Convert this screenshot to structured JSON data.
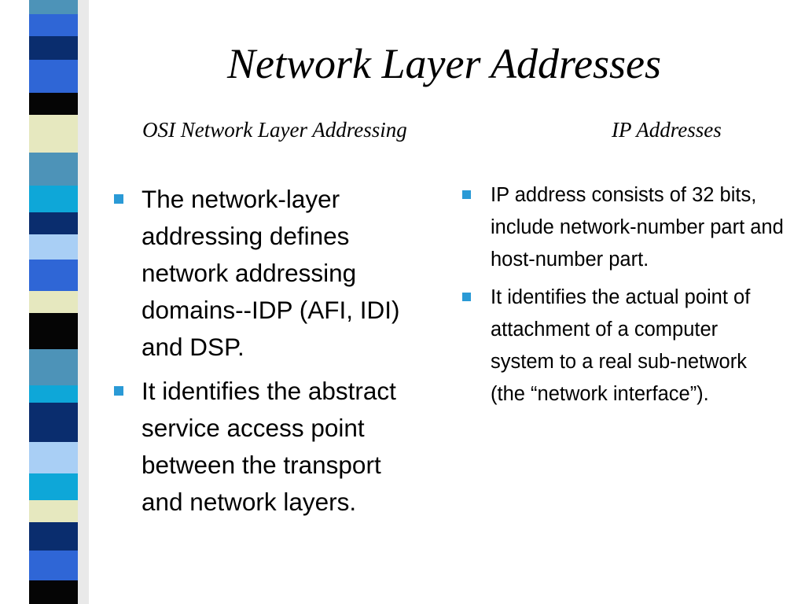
{
  "slide": {
    "title": "Network Layer Addresses",
    "left_heading": "OSI Network Layer Addressing",
    "right_heading": "IP Addresses",
    "left_bullets": [
      "The network-layer addressing defines network addressing domains--IDP (AFI, IDI) and DSP.",
      "It identifies the abstract service access point between the transport and network layers."
    ],
    "right_bullets": [
      "IP address consists of 32 bits, include network-number part and host-number part.",
      "It identifies the actual point of attachment of a computer system to a real sub-network (the “network interface”)."
    ]
  },
  "colors": {
    "bullet": "#2a9ad6",
    "stripe_dark_navy": "#0a2d6e",
    "stripe_royal_blue": "#2f66d6",
    "stripe_sky": "#a9cff5",
    "stripe_cyan": "#0ea7d8",
    "stripe_cream": "#e6e8bf",
    "stripe_steel": "#4d93b8",
    "stripe_black": "#050505"
  }
}
